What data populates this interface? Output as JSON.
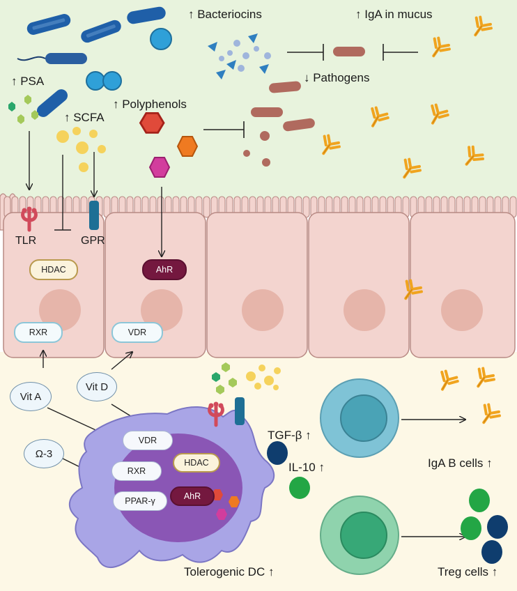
{
  "labels": {
    "bacteriocins": "↑ Bacteriocins",
    "iga_mucus": "↑ IgA in mucus",
    "pathogens": "↓ Pathogens",
    "psa": "↑ PSA",
    "scfa": "↑ SCFA",
    "polyphenols": "↑ Polyphenols",
    "tlr": "TLR",
    "gpr": "GPR",
    "tgf": "TGF-β ↑",
    "il10": "IL-10 ↑",
    "iga_bcells": "IgA B cells ↑",
    "treg": "Treg cells ↑",
    "tolerogenic": "Tolerogenic DC ↑"
  },
  "receptors": {
    "hdac": "HDAC",
    "ahr": "AhR",
    "rxr": "RXR",
    "vdr": "VDR",
    "ppar": "PPAR-γ"
  },
  "vitamins": {
    "vit_a": "Vit A",
    "vit_d": "Vit D",
    "omega3": "Ω-3"
  },
  "colors": {
    "lumen": "#e8f3dd",
    "lamina": "#fdf8e6",
    "epithelium": "#f3d4cf",
    "nucleus": "#e6b5aa",
    "dc": "#a9a5e6",
    "dc_nucleus": "#8a56b5",
    "bcell": "#7fc3d6",
    "treg_cell": "#8fd3ad",
    "antibody": "#f0a41f",
    "bacteria": "#1f5fa8",
    "pathogen": "#b06a5e",
    "ahr": "#74183f",
    "tlr": "#d14a5b",
    "gpr": "#1e6f95"
  }
}
